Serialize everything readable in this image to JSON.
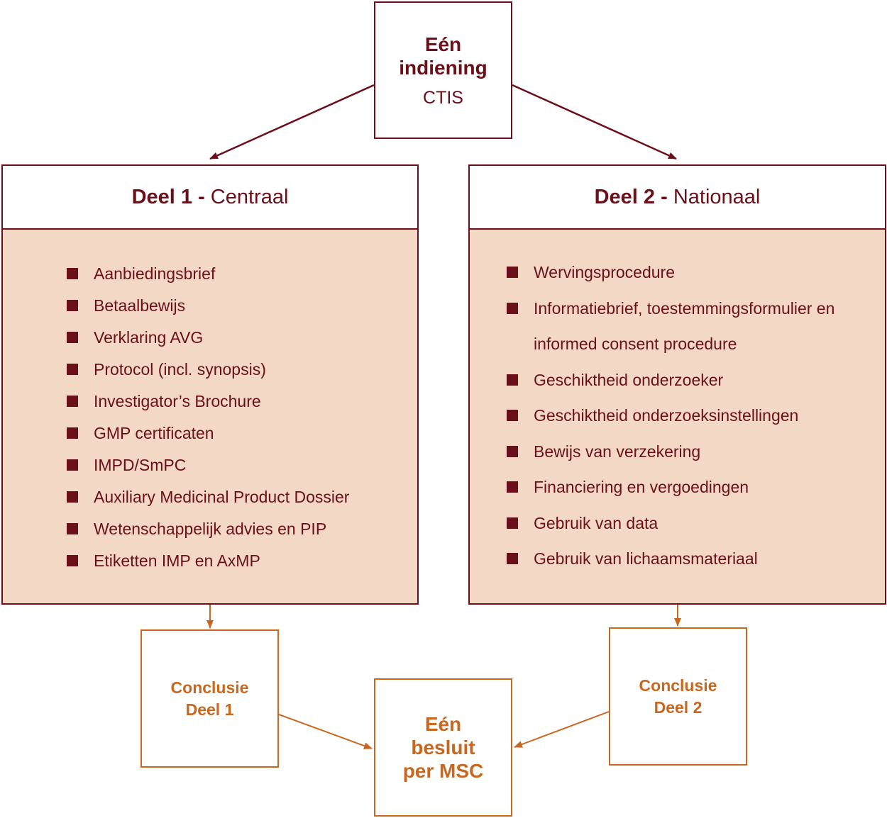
{
  "top": {
    "line1": "Eén",
    "line2": "indiening",
    "sub": "CTIS"
  },
  "part1": {
    "title_bold": "Deel 1",
    "title_sep": " - ",
    "title_rest": "Centraal",
    "items": [
      "Aanbiedingsbrief",
      "Betaalbewijs",
      "Verklaring AVG",
      "Protocol (incl. synopsis)",
      "Investigator’s Brochure",
      "GMP certificaten",
      "IMPD/SmPC",
      "Auxiliary Medicinal Product Dossier",
      "Wetenschappelijk advies en PIP",
      "Etiketten IMP en AxMP"
    ]
  },
  "part2": {
    "title_bold": "Deel 2",
    "title_sep": " - ",
    "title_rest": "Nationaal",
    "items": [
      "Wervingsprocedure",
      "Informatiebrief, toestemmingsformulier en informed consent procedure",
      "Geschiktheid onderzoeker",
      "Geschiktheid onderzoeksinstellingen",
      "Bewijs van verzekering",
      "Financiering en vergoedingen",
      "Gebruik van data",
      "Gebruik van lichaamsmateriaal"
    ]
  },
  "conclusion1": {
    "line1": "Conclusie",
    "line2": "Deel 1"
  },
  "conclusion2": {
    "line1": "Conclusie",
    "line2": "Deel 2"
  },
  "decision": {
    "line1": "Eén",
    "line2": "besluit",
    "line3": "per MSC"
  },
  "colors": {
    "dark": "#6b0f1a",
    "orange": "#c8671f",
    "fill": "#f3d9c5"
  }
}
